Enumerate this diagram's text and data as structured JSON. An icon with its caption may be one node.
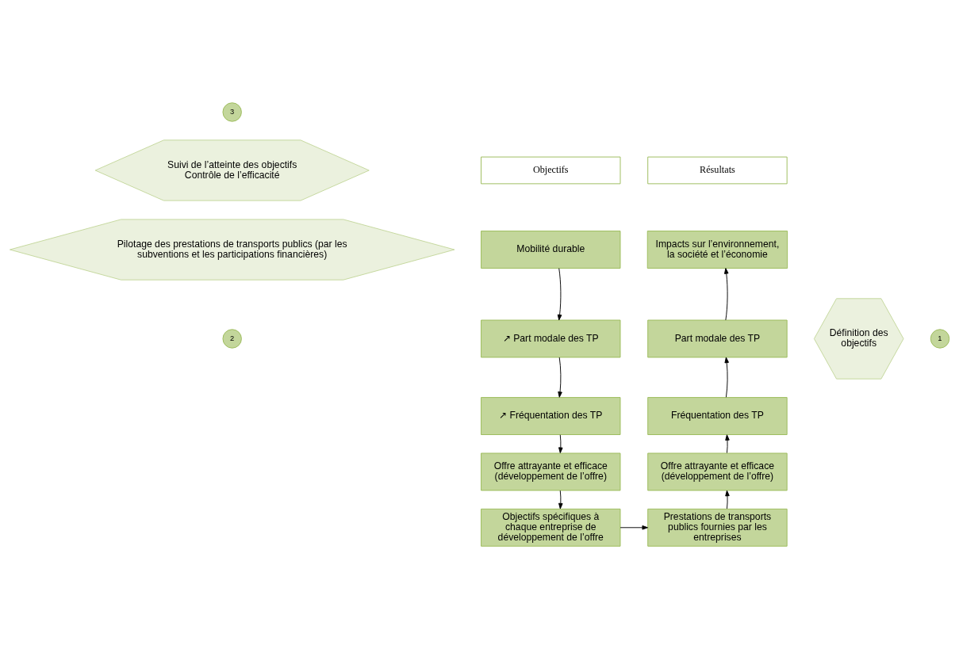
{
  "diagram": {
    "nodes": [
      {
        "text": [
          "3"
        ]
      },
      {
        "text": [
          "Objectifs"
        ]
      },
      {
        "text": [
          "Suivi de l’atteinte des objectifs",
          "Contrôle de l’efficacité"
        ]
      },
      {
        "text": [
          "Résultats"
        ]
      },
      {
        "text": [
          "Impacts sur l’environnement, la société et l’économie"
        ]
      },
      {
        "text": [
          "Mobilité durable"
        ]
      },
      {
        "text": [
          "Définition des objectifs"
        ]
      },
      {
        "text": [
          "1"
        ]
      },
      {
        "text": [
          "↗ Part modale des TP"
        ]
      },
      {
        "text": [
          "Part modale des TP"
        ]
      },
      {
        "text": [
          "↗ Fréquentation des TP"
        ]
      },
      {
        "text": [
          "Fréquentation des TP"
        ]
      },
      {
        "text": [
          "Offre attrayante et efficace (développement de l’offre)"
        ]
      },
      {
        "text": [
          "Offre attrayante et efficace (développement de l’offre)"
        ]
      },
      {
        "text": [
          "Objectifs spécifiques à chaque entreprise de développement de l’offre"
        ]
      },
      {
        "text": [
          "Prestations de transports publics fournies par les entreprises"
        ]
      },
      {
        "text": [
          "Pilotage des prestations de transports publics (par les subventions et les participations financières)"
        ]
      },
      {
        "text": [
          "2"
        ]
      }
    ],
    "edges": [
      {
        "from": 5,
        "to": 8,
        "arrow": "to"
      },
      {
        "from": 8,
        "to": 10,
        "arrow": "to"
      },
      {
        "from": 10,
        "to": 12,
        "arrow": "to"
      },
      {
        "from": 12,
        "to": 14,
        "arrow": "to"
      },
      {
        "from": 14,
        "to": 15,
        "arrow": "to"
      },
      {
        "from": 15,
        "to": 13,
        "arrow": "to"
      },
      {
        "from": 13,
        "to": 11,
        "arrow": "to"
      },
      {
        "from": 11,
        "to": 9,
        "arrow": "to"
      },
      {
        "from": 9,
        "to": 4,
        "arrow": "to"
      }
    ]
  }
}
